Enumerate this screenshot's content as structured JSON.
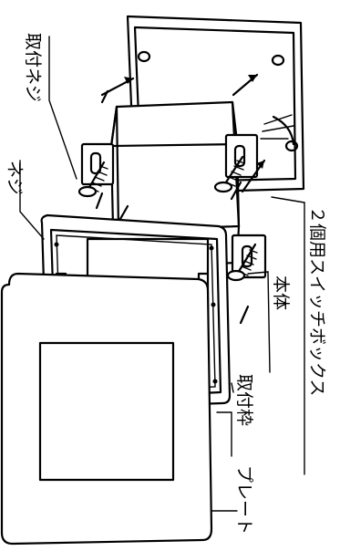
{
  "labels": {
    "mount_screw": "取付ネジ",
    "screw": "ネジ",
    "switch_box": "２個用スイッチボックス",
    "main_body": "本体",
    "mount_frame": "取付枠",
    "plate": "プレート"
  }
}
